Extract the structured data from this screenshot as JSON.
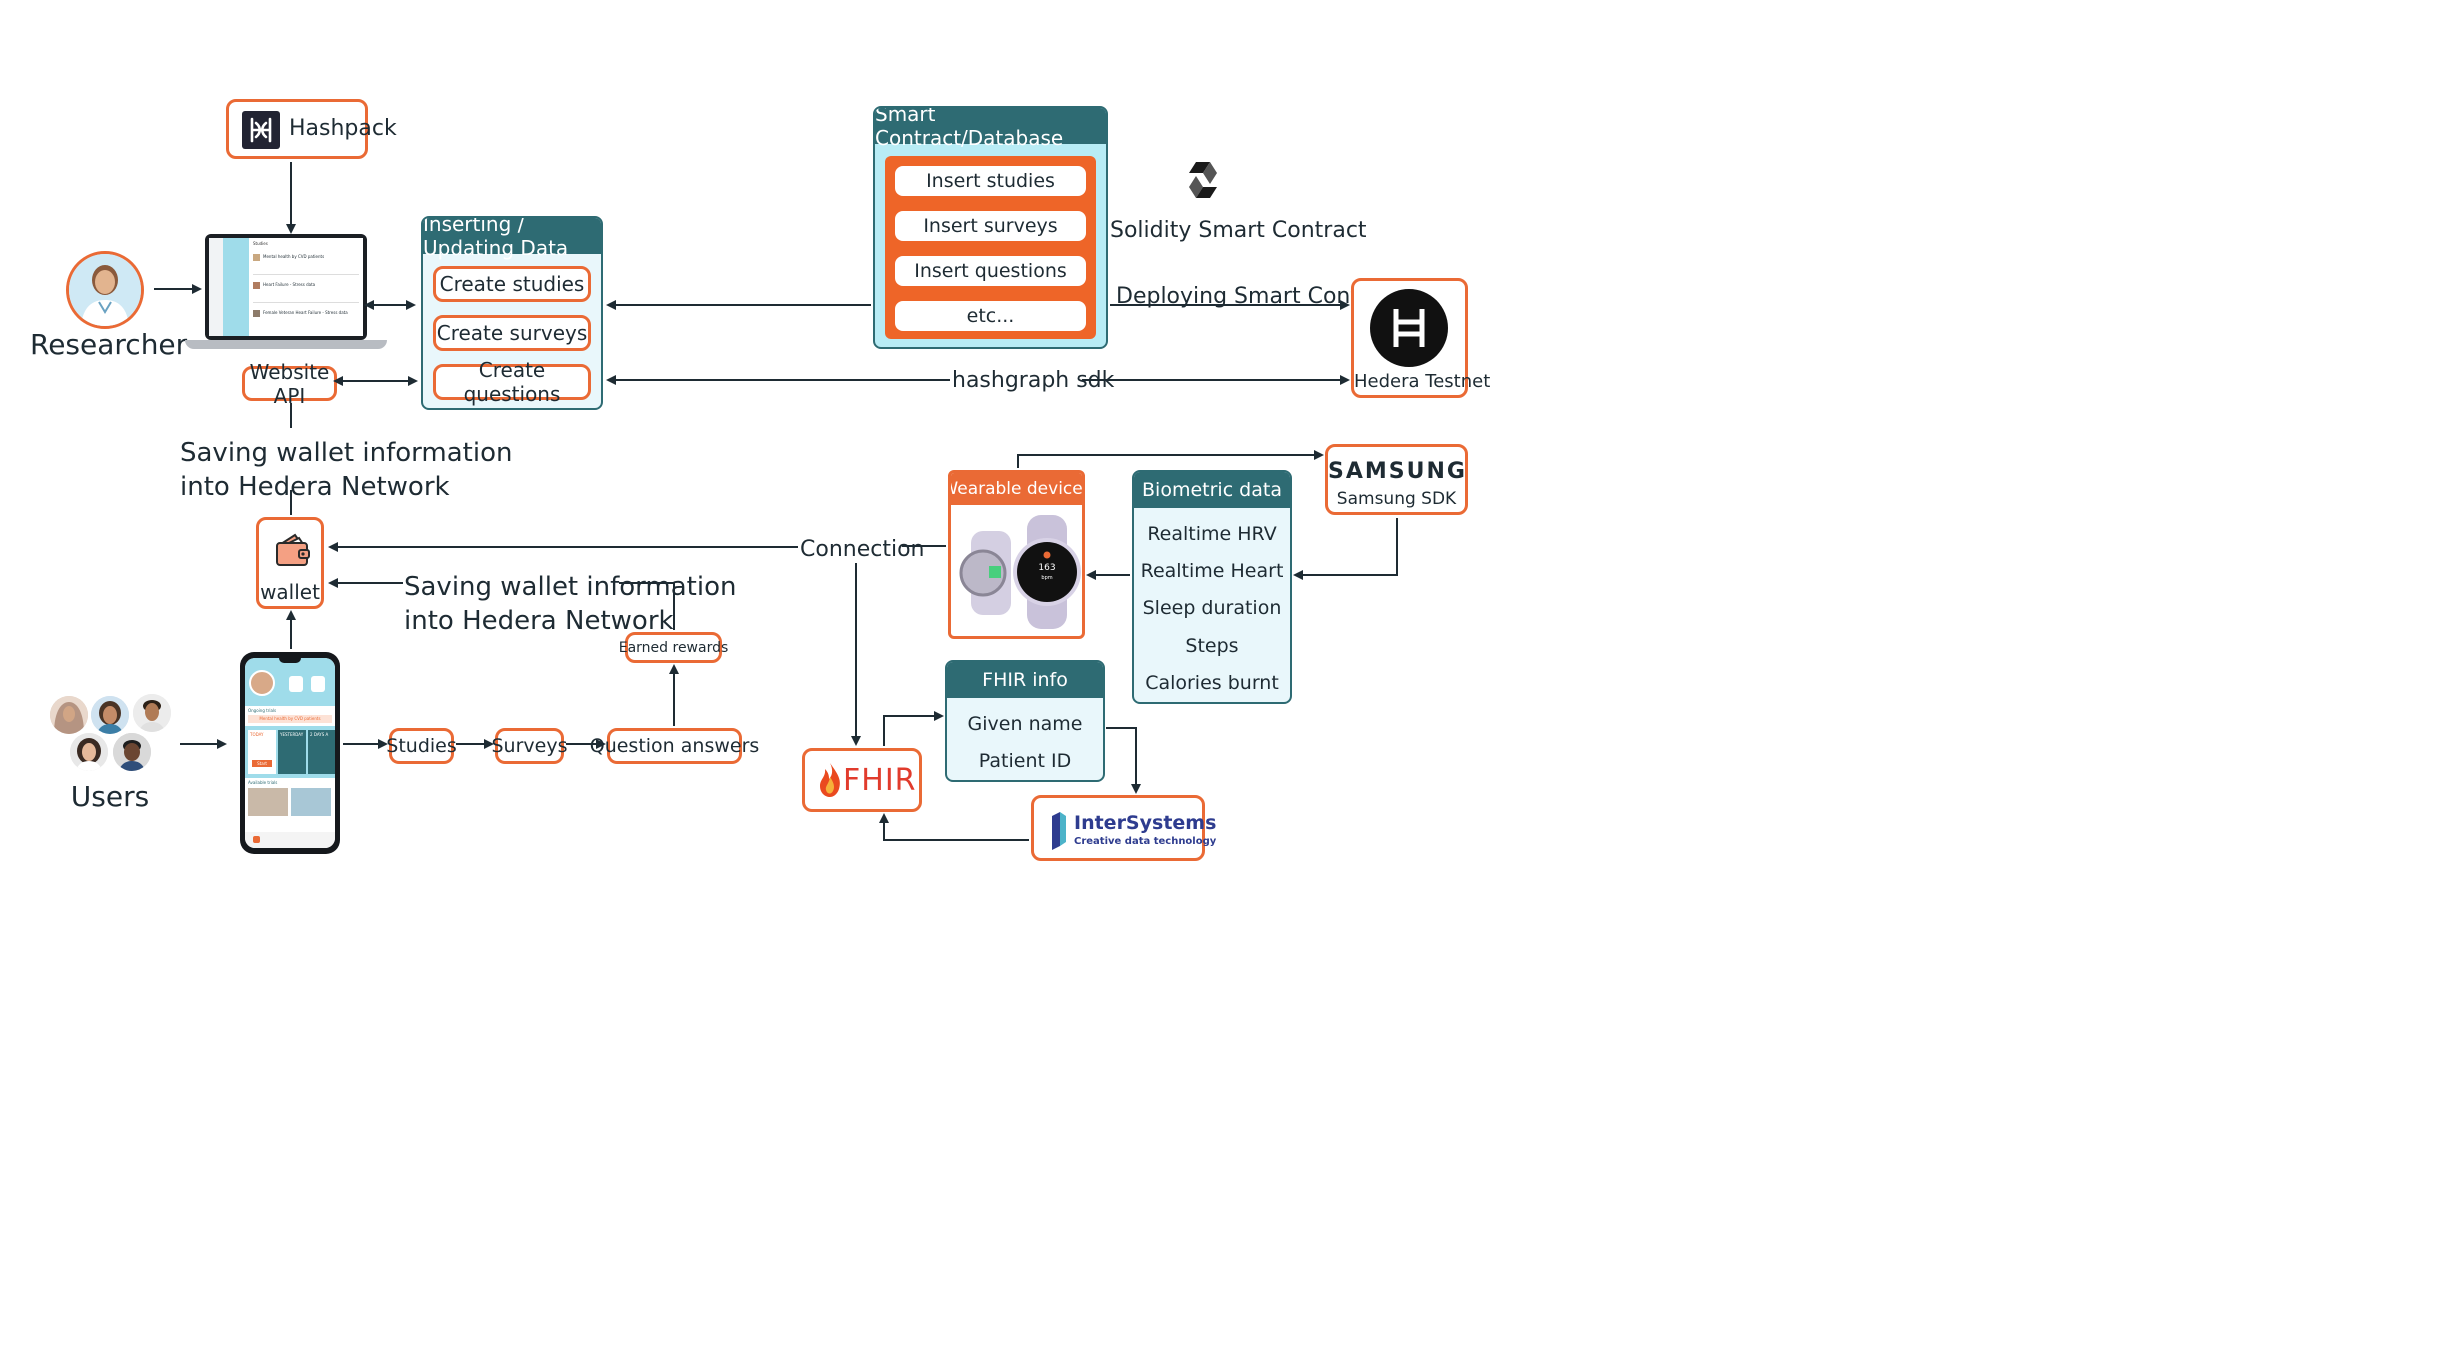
{
  "researcher": {
    "label": "Researcher"
  },
  "users": {
    "label": "Users"
  },
  "hashpack": {
    "label": "Hashpack"
  },
  "website_api": {
    "label": "Website API"
  },
  "saving_wallet_top": {
    "line1": "Saving wallet information",
    "line2": "into Hedera Network"
  },
  "saving_wallet_bottom": {
    "line1": "Saving wallet information",
    "line2": "into Hedera Network"
  },
  "wallet": {
    "label": "wallet"
  },
  "inserting": {
    "title": "Inserting / Updating Data",
    "items": [
      "Create studies",
      "Create surveys",
      "Create questions"
    ]
  },
  "smart_contract": {
    "title": "Smart Contract/Database",
    "items": [
      "Insert studies",
      "Insert surveys",
      "Insert questions",
      "etc..."
    ]
  },
  "solidity": {
    "label": "Solidity Smart Contract"
  },
  "deploying": {
    "label": "Deploying Smart Contract"
  },
  "hashgraph_sdk": {
    "label": "hashgraph sdk"
  },
  "hedera": {
    "label": "Hedera Testnet"
  },
  "samsung": {
    "brand": "SAMSUNG",
    "label": "Samsung SDK"
  },
  "wearable": {
    "title": "Wearable devices"
  },
  "biometric": {
    "title": "Biometric data",
    "items": [
      "Realtime HRV",
      "Realtime Heart",
      "Sleep duration",
      "Steps",
      "Calories burnt"
    ]
  },
  "connection": {
    "label": "Connection"
  },
  "fhir_info": {
    "title": "FHIR info",
    "items": [
      "Given name",
      "Patient ID"
    ]
  },
  "fhir": {
    "label": "FHIR"
  },
  "intersystems": {
    "name": "InterSystems",
    "tagline": "Creative data technology"
  },
  "flow": {
    "studies": "Studies",
    "surveys": "Surveys",
    "answers": "Question answers",
    "rewards": "Earned rewards"
  },
  "laptop_screen": {
    "header": "Studies",
    "rows": [
      "Mental health by CVD patients",
      "Heart Failure - Stress data",
      "Female Veteran Heart Failure - Stress data"
    ]
  },
  "phone_screen": {
    "ongoing": "Ongoing trials",
    "banner": "Mental health by CVD patients",
    "cards": [
      "TODAY",
      "YESTERDAY",
      "2 DAYS A"
    ],
    "start": "Start",
    "available": "Available trials"
  },
  "watch": {
    "value": "163",
    "unit": "bpm"
  },
  "colors": {
    "accent": "#ea6a35",
    "teal": "#2e6b73",
    "cyan": "#b8ecf5",
    "arrow": "#1e2b33"
  }
}
